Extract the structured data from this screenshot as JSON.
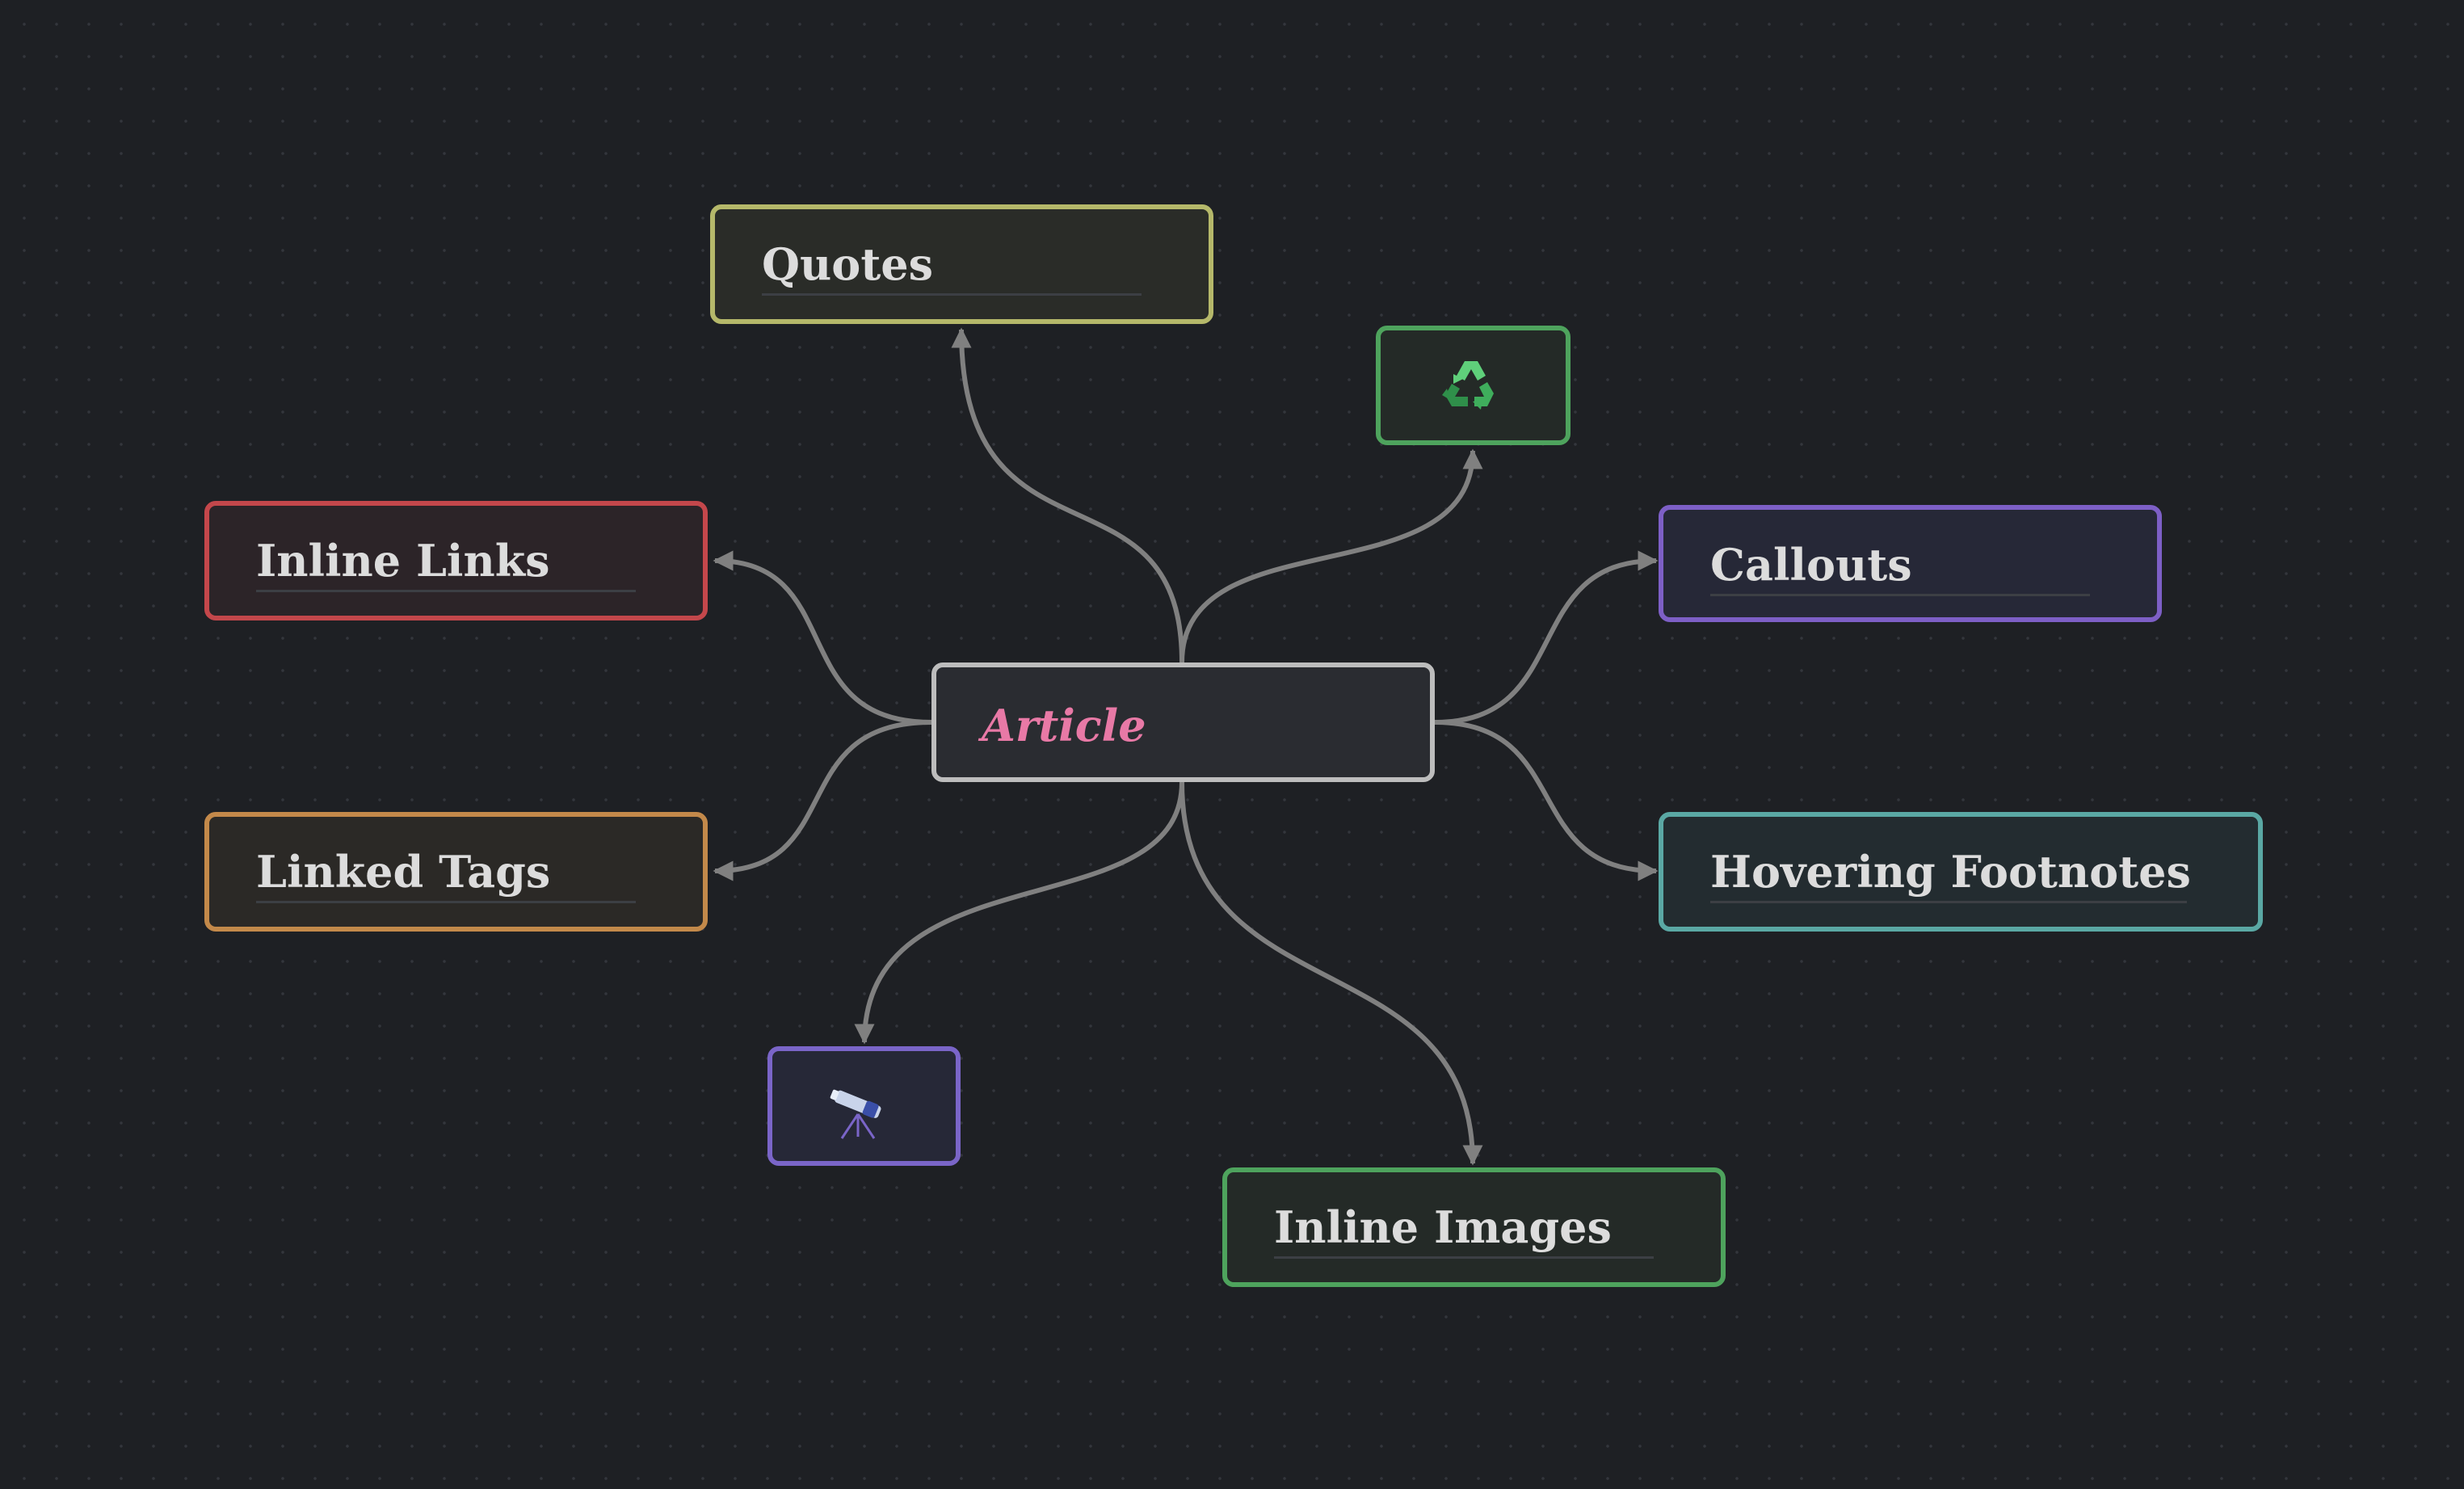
{
  "nodes": {
    "quotes": {
      "label": "Quotes",
      "color": "#b5b86a"
    },
    "inline_links": {
      "label": "Inline Links",
      "color": "#c4474b"
    },
    "linked_tags": {
      "label": "Linked Tags",
      "color": "#c3894a"
    },
    "article": {
      "label": "Article",
      "color": "#bdbdbd"
    },
    "recycle": {
      "icon": "recycle-icon",
      "color": "#4ea35d"
    },
    "callouts": {
      "label": "Callouts",
      "color": "#7d5fc6"
    },
    "hovering_footnotes": {
      "label": "Hovering Footnotes",
      "color": "#5aa8a4"
    },
    "telescope": {
      "icon": "telescope-icon",
      "color": "#7a65c8"
    },
    "inline_images": {
      "label": "Inline Images",
      "color": "#4ea35d"
    }
  },
  "colors": {
    "background": "#1e2024",
    "edge": "#808080",
    "article_text": "#e879a6"
  }
}
